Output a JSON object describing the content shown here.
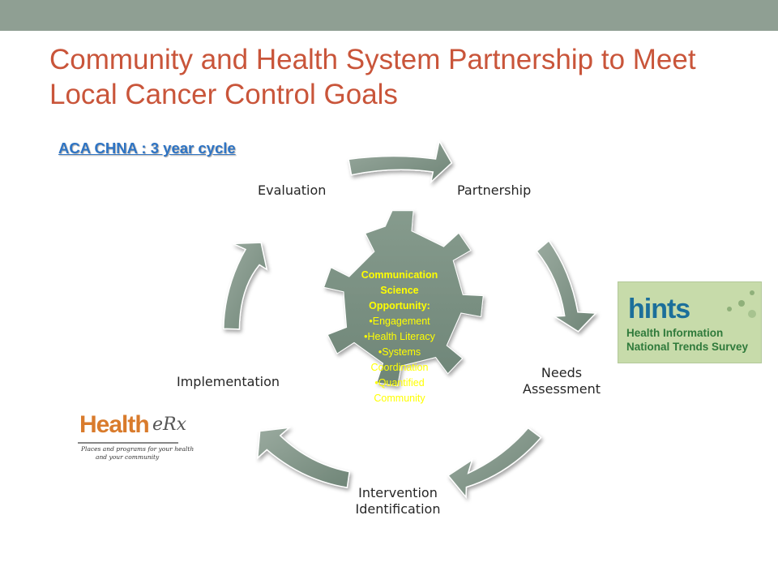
{
  "header": {
    "title": "Community and Health System Partnership to Meet Local Cancer Control Goals",
    "subtitle": "ACA CHNA : 3 year cycle"
  },
  "cycle": {
    "stages": {
      "partnership": "Partnership",
      "needs_assessment": [
        "Needs",
        "Assessment"
      ],
      "intervention_identification": [
        "Intervention",
        "Identification"
      ],
      "implementation": "Implementation",
      "evaluation": "Evaluation"
    },
    "center": {
      "heading": [
        "Communication",
        "Science",
        "Opportunity:"
      ],
      "bullets": [
        "•Engagement",
        "•Health Literacy",
        "•Systems",
        "Coordination",
        "•Quantified",
        "Community"
      ]
    }
  },
  "logos": {
    "hints": {
      "wordmark": "hints",
      "lines": [
        "Health Information",
        "National Trends Survey"
      ]
    },
    "healtherx": {
      "wordmark": "Health",
      "rx": "eRx",
      "tagline": [
        "Places and programs for your health",
        "and your community"
      ]
    }
  },
  "colors": {
    "topbar": "#8f9f93",
    "title": "#c9553a",
    "subtitle": "#2e74c4",
    "gear": "#7f9688",
    "arrows": "#7f9688",
    "center_text": "#ffff00"
  }
}
